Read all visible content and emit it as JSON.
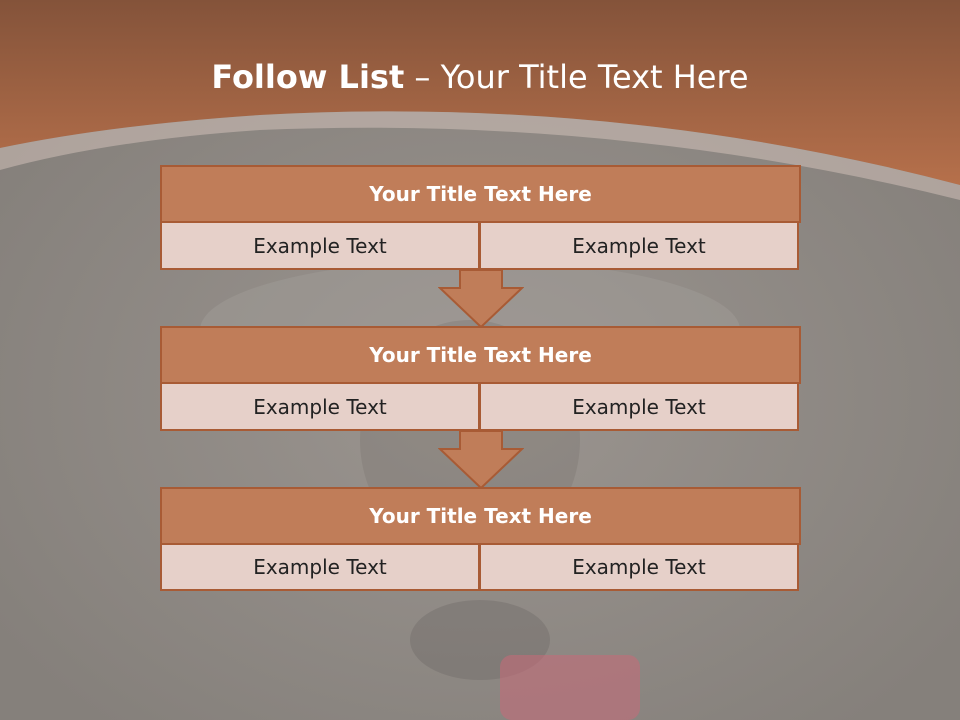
{
  "title": {
    "bold": "Follow List",
    "rest": "– Your Title Text Here"
  },
  "colors": {
    "accent": "#c07d59",
    "border": "#a85b35",
    "cell": "#e6d0c9",
    "header_band": "#b06a45"
  },
  "blocks": [
    {
      "title": "Your Title Text Here",
      "left": "Example Text",
      "right": "Example Text"
    },
    {
      "title": "Your Title Text Here",
      "left": "Example Text",
      "right": "Example Text"
    },
    {
      "title": "Your Title Text Here",
      "left": "Example Text",
      "right": "Example Text"
    }
  ]
}
